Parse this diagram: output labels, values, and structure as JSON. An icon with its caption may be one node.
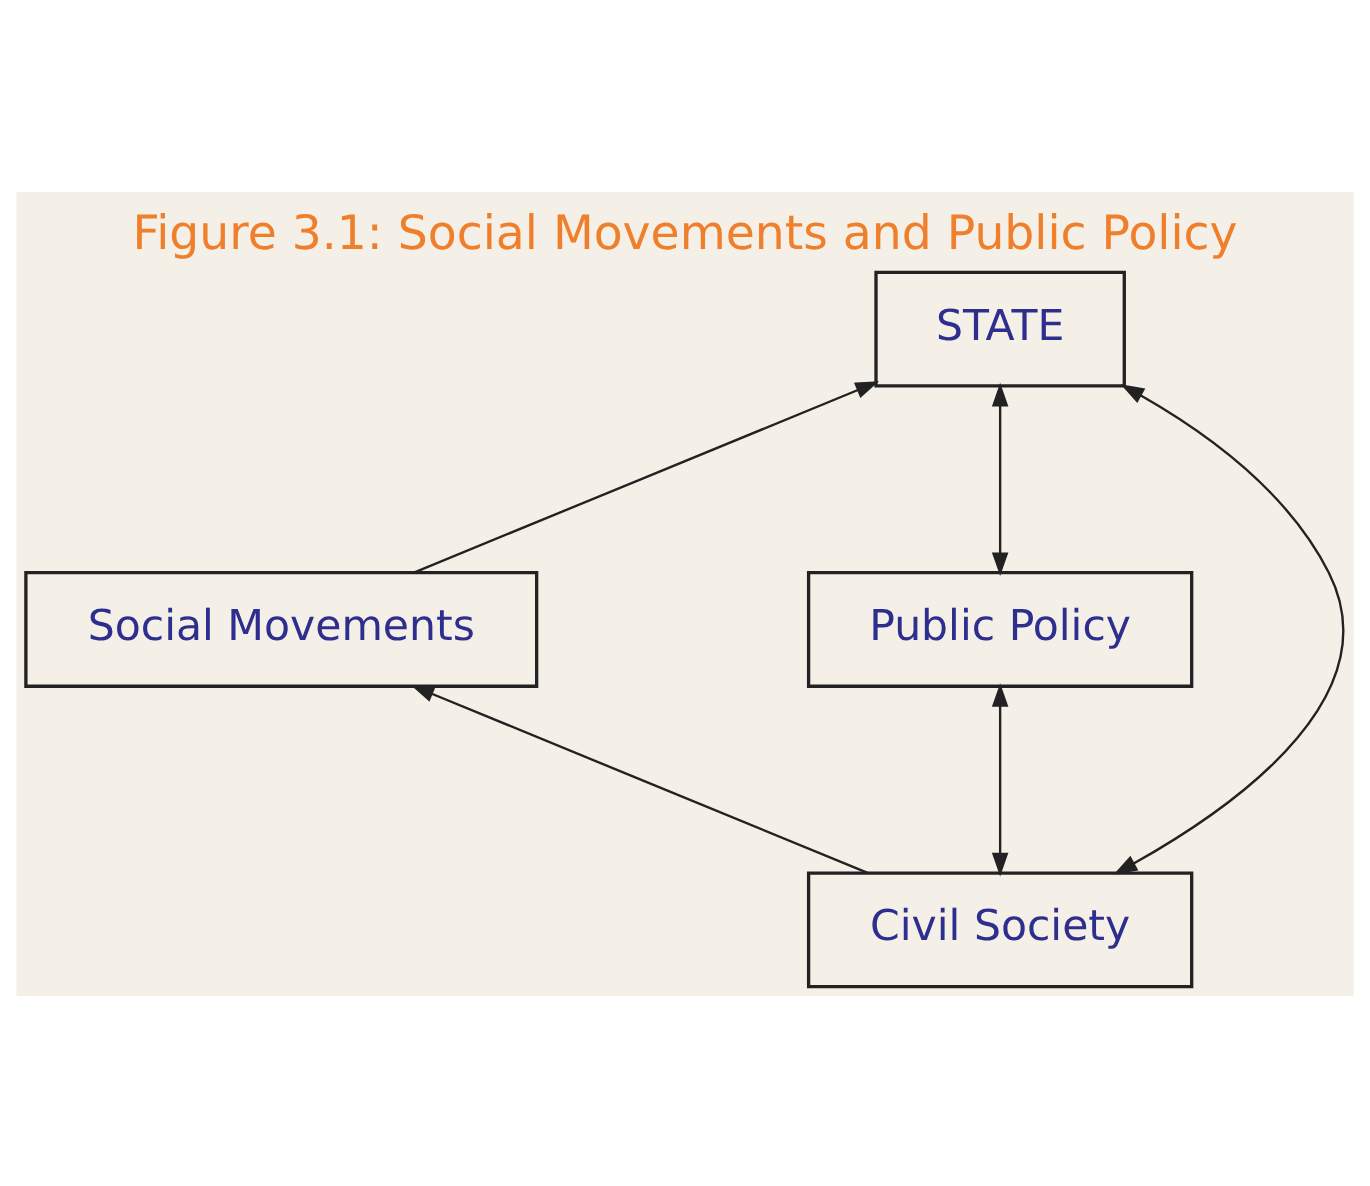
{
  "diagram": {
    "title": "Figure 3.1: Social Movements and Public Policy",
    "nodes": [
      {
        "text": [
          "STATE"
        ]
      },
      {
        "text": [
          "Social Movements"
        ]
      },
      {
        "text": [
          "Public Policy"
        ]
      },
      {
        "text": [
          "Civil Society"
        ]
      }
    ],
    "edges": [
      {
        "from": 1,
        "to": 0,
        "arrow": "to"
      },
      {
        "from": 3,
        "to": 0,
        "arrow": "both"
      },
      {
        "from": 0,
        "to": 2,
        "arrow": "both"
      },
      {
        "from": 3,
        "to": 1,
        "arrow": "to"
      },
      {
        "from": 2,
        "to": 3,
        "arrow": "both"
      }
    ]
  }
}
